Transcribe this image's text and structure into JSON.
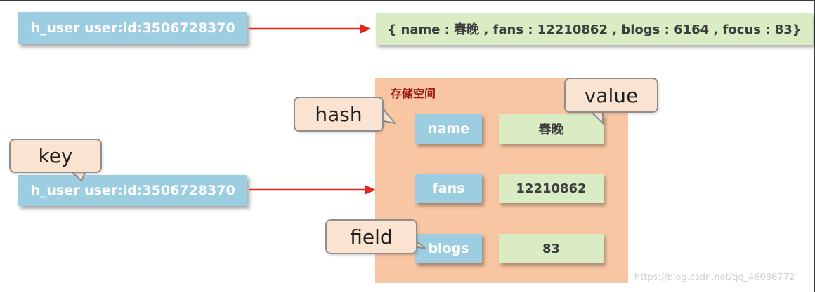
{
  "top_row": {
    "key": "h_user user:id:3506728370",
    "value": "{ name : 春晚 , fans : 12210862 , blogs : 6164 , focus : 83}"
  },
  "bottom_key": "h_user user:id:3506728370",
  "storage": {
    "label": "存储空间",
    "fields": [
      {
        "field": "name",
        "value": "春晚"
      },
      {
        "field": "fans",
        "value": "12210862"
      },
      {
        "field": "blogs",
        "value": "83"
      }
    ]
  },
  "callouts": {
    "hash": "hash",
    "value": "value",
    "key": "key",
    "field": "field"
  },
  "colors": {
    "key_box": "#9dcde0",
    "value_box": "#d9ecc4",
    "storage": "#f8c6a3",
    "arrow": "#e8231b",
    "callout": "#fbe3d2"
  },
  "watermark": "https://blog.csdn.net/qq_46086772"
}
